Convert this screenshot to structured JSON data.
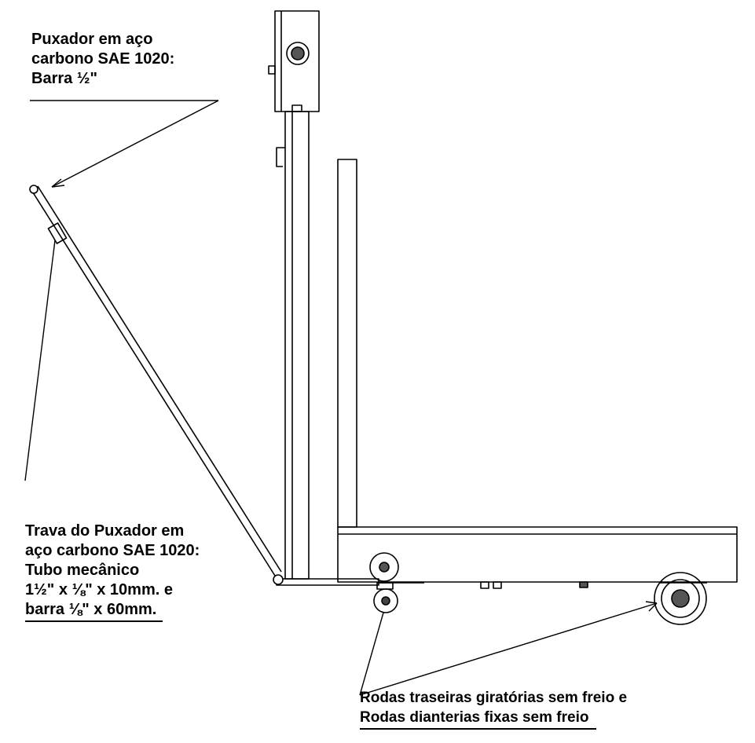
{
  "colors": {
    "line": "#000000",
    "background": "#ffffff"
  },
  "labels": {
    "handle": {
      "line1": "Puxador em aço",
      "line2": "carbono SAE 1020:",
      "line3": "Barra ½\""
    },
    "lock": {
      "line1": "Trava do Puxador em",
      "line2": "aço carbono SAE 1020:",
      "line3": "Tubo mecânico",
      "line4": "1½\" x ⅛\" x 10mm. e",
      "line5": "barra ⅛\" x 60mm."
    },
    "wheels": {
      "line1": "Rodas traseiras giratórias sem freio e",
      "line2": "Rodas dianterias fixas sem freio"
    }
  }
}
